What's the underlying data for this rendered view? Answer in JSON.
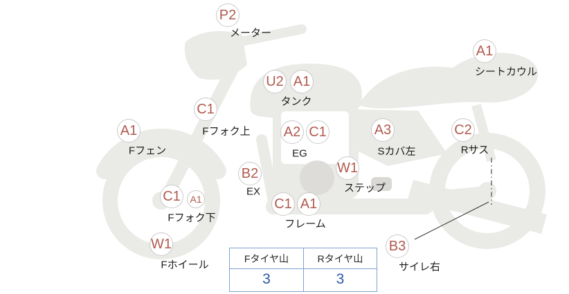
{
  "colors": {
    "badge_text": "#b05a4e",
    "badge_border": "#c9c9c9",
    "label_text": "#1c1c1c",
    "silhouette": "#eaeae7",
    "table_border": "#7f9fd1",
    "table_value_blue": "#2a58a8"
  },
  "groups": [
    {
      "codes": [
        "P2"
      ],
      "label": "メーター"
    },
    {
      "codes": [
        "A1"
      ],
      "label": "シートカウル"
    },
    {
      "codes": [
        "U2",
        "A1"
      ],
      "label": "タンク"
    },
    {
      "codes": [
        "C1"
      ],
      "label": "Fフォク上"
    },
    {
      "codes": [
        "A1"
      ],
      "label": "Fフェン"
    },
    {
      "codes": [
        "A2",
        "C1"
      ],
      "label": "EG"
    },
    {
      "codes": [
        "A3"
      ],
      "label": "Sカバ左"
    },
    {
      "codes": [
        "C2"
      ],
      "label": "Rサス"
    },
    {
      "codes": [
        "B2"
      ],
      "label": "EX"
    },
    {
      "codes": [
        "W1"
      ],
      "label": "ステップ"
    },
    {
      "codes": [
        "C1",
        "A1"
      ],
      "label": "Fフォク下"
    },
    {
      "codes": [
        "C1",
        "A1"
      ],
      "label": "フレーム"
    },
    {
      "codes": [
        "W1"
      ],
      "label": "Fホイール"
    },
    {
      "codes": [
        "B3"
      ],
      "label": "サイレ右"
    }
  ],
  "tire_table": {
    "headers": [
      "Fタイヤ山",
      "Rタイヤ山"
    ],
    "values": [
      "3",
      "3"
    ]
  }
}
